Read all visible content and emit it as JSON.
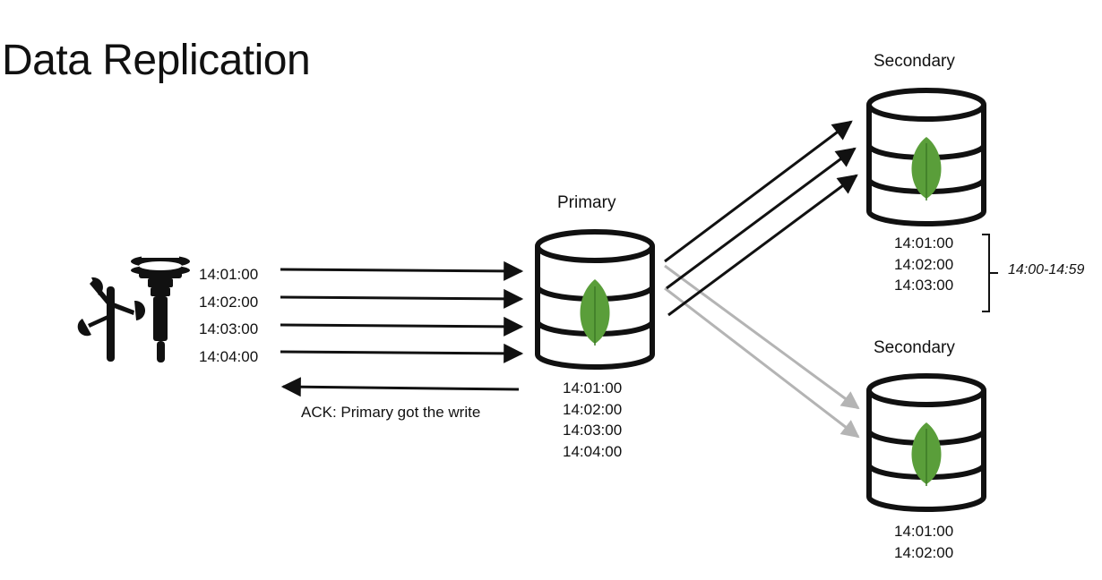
{
  "title": "Data Replication",
  "nodes": {
    "primary": {
      "label": "Primary",
      "timestamps": [
        "14:01:00",
        "14:02:00",
        "14:03:00",
        "14:04:00"
      ]
    },
    "secondary_top": {
      "label": "Secondary",
      "timestamps": [
        "14:01:00",
        "14:02:00",
        "14:03:00"
      ]
    },
    "secondary_bottom": {
      "label": "Secondary",
      "timestamps": [
        "14:01:00",
        "14:02:00"
      ]
    }
  },
  "writes": [
    "14:01:00",
    "14:02:00",
    "14:03:00",
    "14:04:00"
  ],
  "ack_label": "ACK: Primary got the write",
  "range_label": "14:00-14:59",
  "colors": {
    "leaf": "#5a9e3a",
    "arrow": "#111111",
    "arrow_gray": "#b4b4b4"
  },
  "icons": [
    "weather-sensor-icon",
    "database-icon",
    "mongodb-leaf-icon"
  ]
}
